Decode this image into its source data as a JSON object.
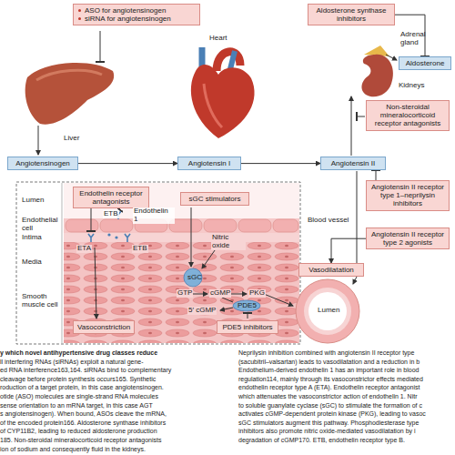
{
  "diagram": {
    "caption": "y which novel antihypertensive drug classes reduce",
    "nodes": [
      {
        "text": [
          "ASO for angiotensinogen",
          "siRNA for angiotensinogen"
        ]
      },
      {
        "text": [
          "Aldosterone synthase inhibitors"
        ]
      },
      {
        "text": [
          "Aldosterone"
        ]
      },
      {
        "text": [
          "Angiotensinogen"
        ]
      },
      {
        "text": [
          "Angiotensin I"
        ]
      },
      {
        "text": [
          "Angiotensin II"
        ]
      },
      {
        "text": [
          "Non-steroidal mineralocorticoid receptor antagonists"
        ]
      },
      {
        "text": [
          "Angiotensin II receptor type 1–neprilysin inhibitors"
        ]
      },
      {
        "text": [
          "Angiotensin II receptor type 2 agonists"
        ]
      },
      {
        "text": [
          "Endothelin receptor antagonists"
        ]
      },
      {
        "text": [
          "sGC stimulators"
        ]
      },
      {
        "text": [
          "Vasodilatation"
        ]
      },
      {
        "text": [
          "Vasoconstriction"
        ]
      },
      {
        "text": [
          "PDE5 inhibitors"
        ]
      }
    ],
    "edges": [
      {
        "from": 3,
        "to": 4,
        "arrow": "to"
      },
      {
        "from": 4,
        "to": 5,
        "arrow": "to"
      },
      {
        "from": 1,
        "to": 2,
        "arrow": "to"
      },
      {
        "from": 7,
        "to": 5,
        "arrow": "to"
      },
      {
        "from": 8,
        "to": 11,
        "arrow": "to"
      }
    ],
    "labels": [
      "Liver",
      "Heart",
      "Adrenal gland",
      "Kidneys",
      "Blood vessel",
      "Lumen",
      "Lumen",
      "Endothelial cell",
      "Intima",
      "Media",
      "Smooth muscle cell",
      "Endothelin 1",
      "ETB",
      "ETA",
      "ETB",
      "Nitric oxide",
      "sGC",
      "GTP",
      "cGMP",
      "PKG",
      "PDE5",
      "5′ cGMP",
      "ll interfering RNAs (siRNAs) exploit a natural gene-",
      "ed RNA interference163,164. siRNAs bind to complementary",
      "cleavage before protein synthesis occurs165. Synthetic",
      "roduction of a target protein, in this case angiotensinogen.",
      "otide (ASO) molecules are single-strand RNA molecules",
      "sense orientation to an mRNA target, in this case AGT",
      "s angiotensinogen). When bound, ASOs cleave the mRNA,",
      "of the encoded protein166. Aldosterone synthase inhibitors",
      "of CYP11B2, leading to reduced aldosterone production",
      "185. Non-steroidal mineralocorticoid receptor antagonists",
      "ion of sodium and consequently fluid in the kidneys.",
      "Neprilysin inhibition combined with angiotensin II receptor type",
      "(sacubitril–valsartan) leads to vasodilatation and a reduction in b",
      "Endothelium-derived endothelin 1 has an important role in blood",
      "regulation114, mainly through its vasoconstrictor effects mediated",
      "endothelin receptor type A (ETA). Endothelin receptor antagonist",
      "which attenuates the vasoconstrictor action of endothelin 1. Nitr",
      "to soluble guanylate cyclase (sGC) to stimulate the formation of c",
      "activates cGMP-dependent protein kinase (PKG), leading to vasoc",
      "sGC stimulators augment this pathway. Phosphodiesterase type",
      "inhibitors also promote nitric oxide-mediated vasodilatation by i",
      "degradation of cGMP170. ETB, endothelin receptor type B."
    ]
  }
}
